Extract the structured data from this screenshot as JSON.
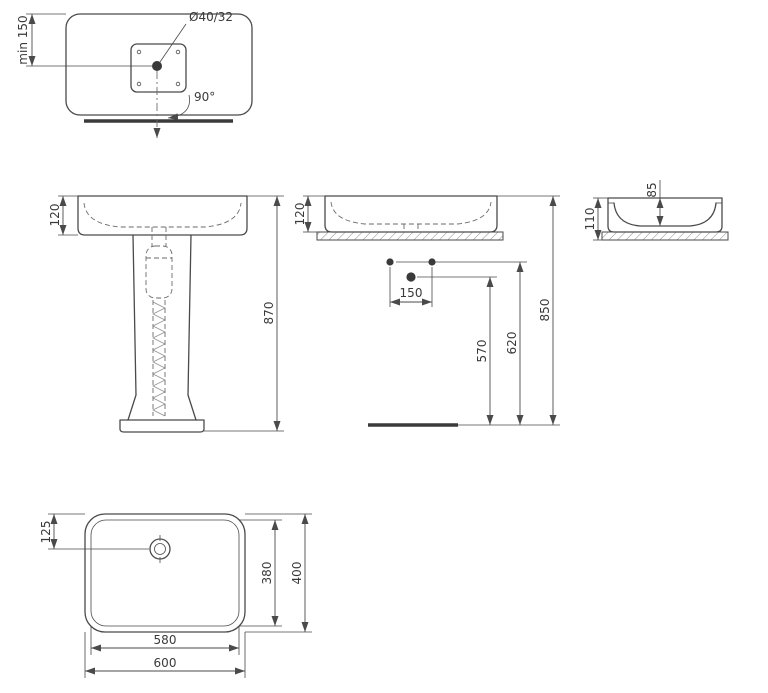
{
  "meta": {
    "background": "#ffffff",
    "line_color": "#4a4a4a",
    "drawing_type": "washbasin installation dimensions"
  },
  "faucet_view": {
    "hole_diameter": "Ø40/32",
    "min_distance": "min 150",
    "swivel_angle": "90°"
  },
  "pedestal_view": {
    "basin_height": "120",
    "total_height": "870"
  },
  "installation_view": {
    "basin_height": "120",
    "fixing_hole_spacing": "150",
    "drain_height": "570",
    "fixing_height": "620",
    "rim_height": "850"
  },
  "section_view": {
    "bowl_depth": "85",
    "basin_height": "110"
  },
  "plan_view": {
    "drain_offset": "125",
    "inner_depth": "380",
    "outer_depth": "400",
    "inner_width": "580",
    "outer_width": "600"
  }
}
